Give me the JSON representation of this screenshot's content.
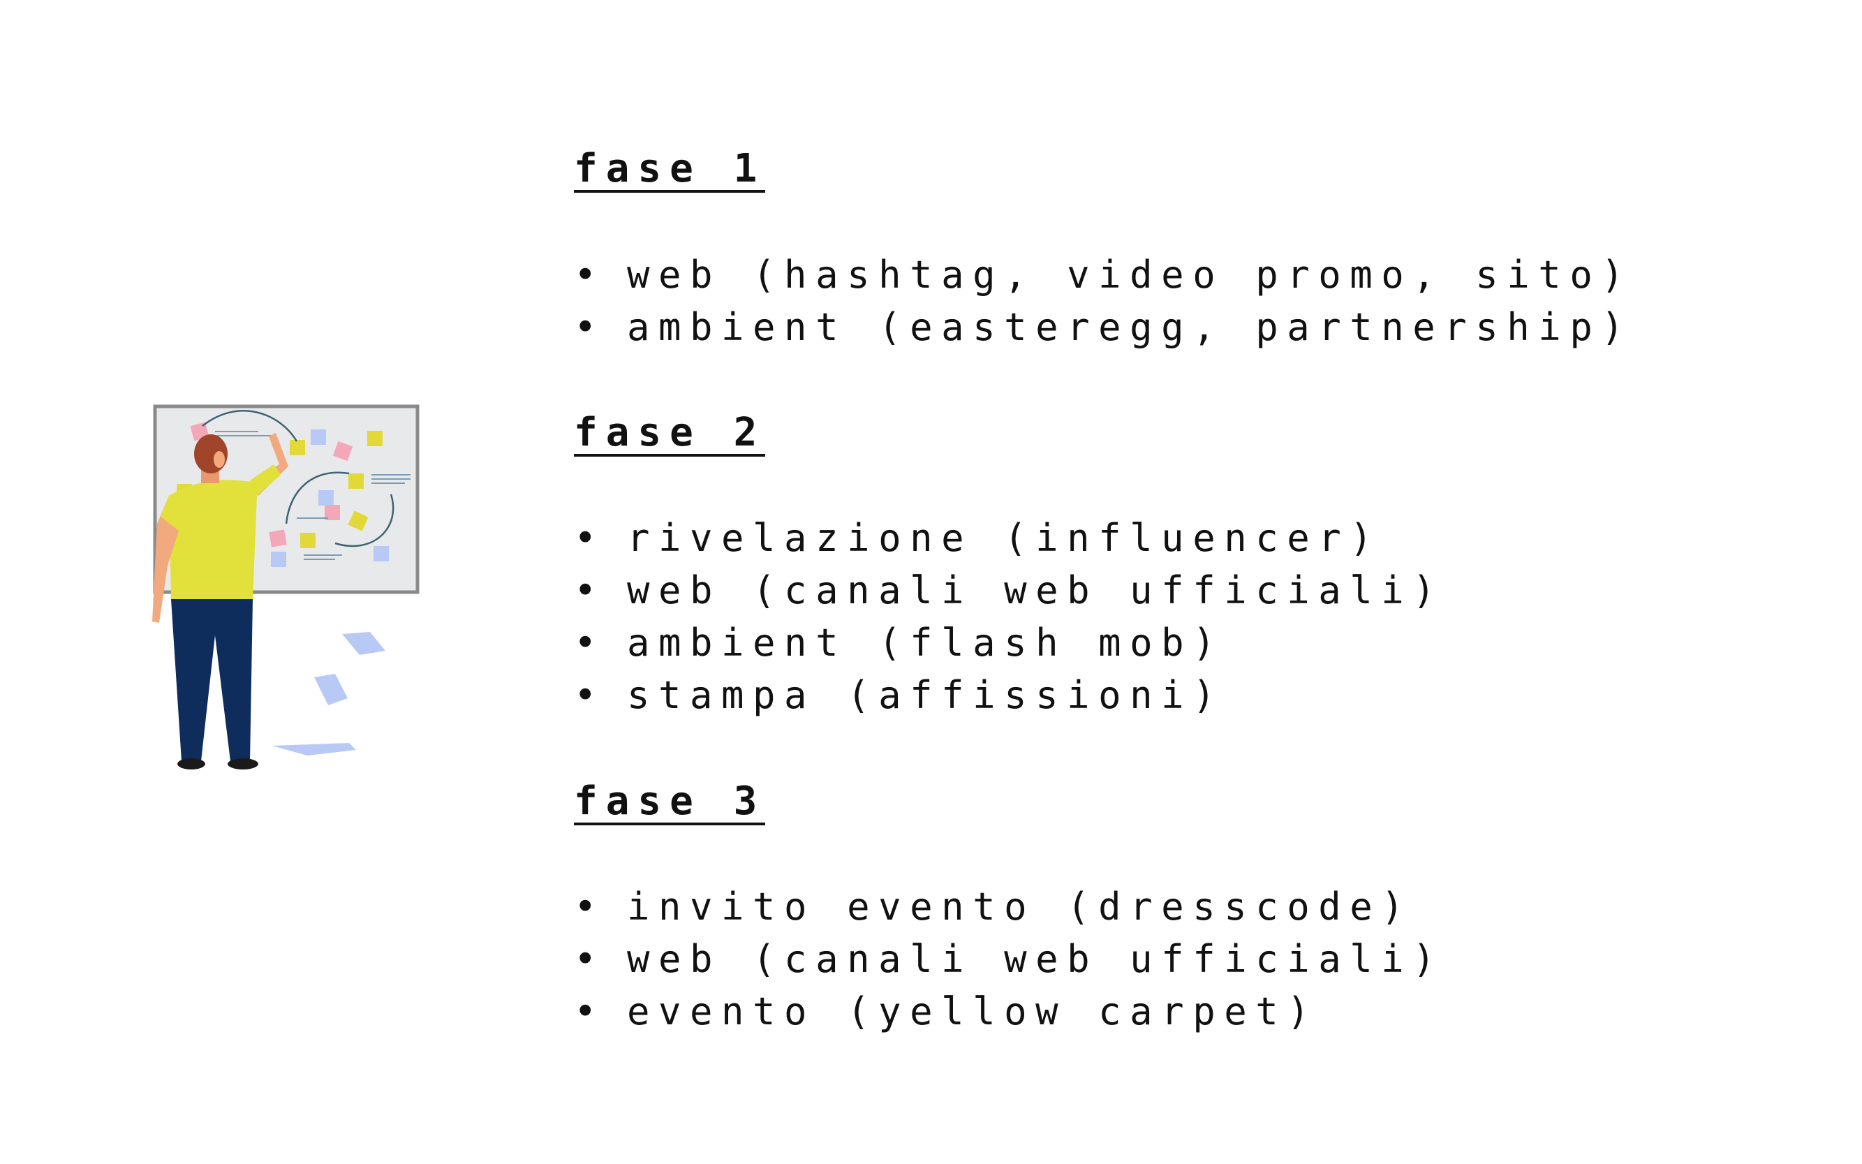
{
  "phases": [
    {
      "title": "fase 1",
      "items": [
        "web (hashtag, video promo, sito)",
        "ambient (easteregg, partnership)"
      ]
    },
    {
      "title": "fase 2",
      "items": [
        "rivelazione (influencer)",
        "web (canali web ufficiali)",
        "ambient (flash mob)",
        "stampa (affissioni)"
      ]
    },
    {
      "title": "fase 3",
      "items": [
        "invito evento (dresscode)",
        "web (canali web ufficiali)",
        "evento (yellow carpet)"
      ]
    }
  ],
  "bullet": "•",
  "colors": {
    "text": "#111111",
    "shirt": "#e2e03a",
    "pants": "#0f2d5c",
    "board_bg": "#e8e9ea",
    "board_frame": "#8a8a8a",
    "note_pink": "#f4a7b9",
    "note_yellow": "#e2d938",
    "note_blue": "#b7c9f4"
  },
  "illustration_icon": "person-at-whiteboard-icon"
}
